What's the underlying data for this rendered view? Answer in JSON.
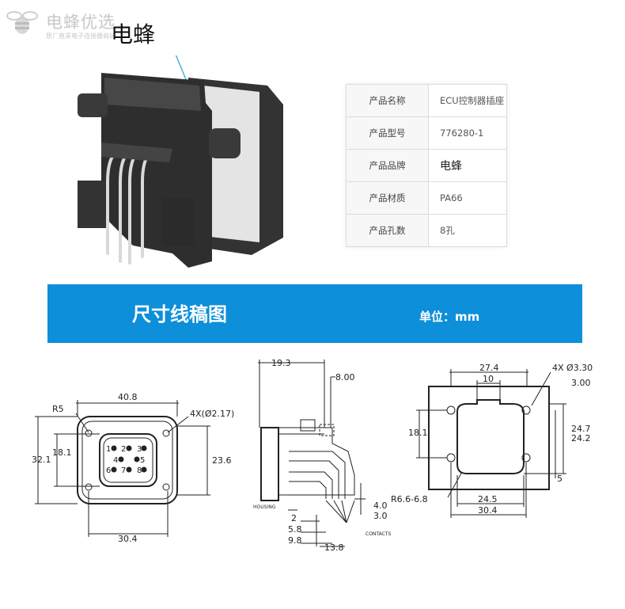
{
  "logo": {
    "brand": "电蜂优选",
    "subtitle": "原厂直采电子连接器商城"
  },
  "callout": "电蜂",
  "specs": [
    {
      "label": "产品名称",
      "value": "ECU控制器插座"
    },
    {
      "label": "产品型号",
      "value": "776280-1"
    },
    {
      "label": "产品品牌",
      "value": "电蜂"
    },
    {
      "label": "产品材质",
      "value": "PA66"
    },
    {
      "label": "产品孔数",
      "value": "8孔"
    }
  ],
  "banner": {
    "title": "尺寸线稿图",
    "unit": "单位：mm"
  },
  "front_view": {
    "width": "40.8",
    "radius": "R5",
    "holes": "4X(Ø2.17)",
    "height_outer": "32.1",
    "height_inner": "18.1",
    "height_right": "23.6",
    "base_width": "30.4",
    "pins": [
      "1",
      "2",
      "3",
      "4",
      "5",
      "6",
      "7",
      "8"
    ]
  },
  "side_view": {
    "depth": "19.3",
    "offset": "8.00",
    "housing": "HOUSING",
    "contacts": "CONTACTS",
    "d_2": "2",
    "d_5_8": "5.8",
    "d_9_8": "9.8",
    "d_13_8": "13.8",
    "d_4_0": "4.0",
    "d_3_0": "3.0"
  },
  "panel_view": {
    "width_top": "27.4",
    "tab": "10",
    "holes": "4X Ø3.30",
    "thickness": "3.00",
    "height_left": "18.1",
    "height_1": "24.7",
    "height_2": "24.2",
    "offset": "5",
    "radius": "R6.6-6.8",
    "width_1": "24.5",
    "width_2": "30.4"
  }
}
